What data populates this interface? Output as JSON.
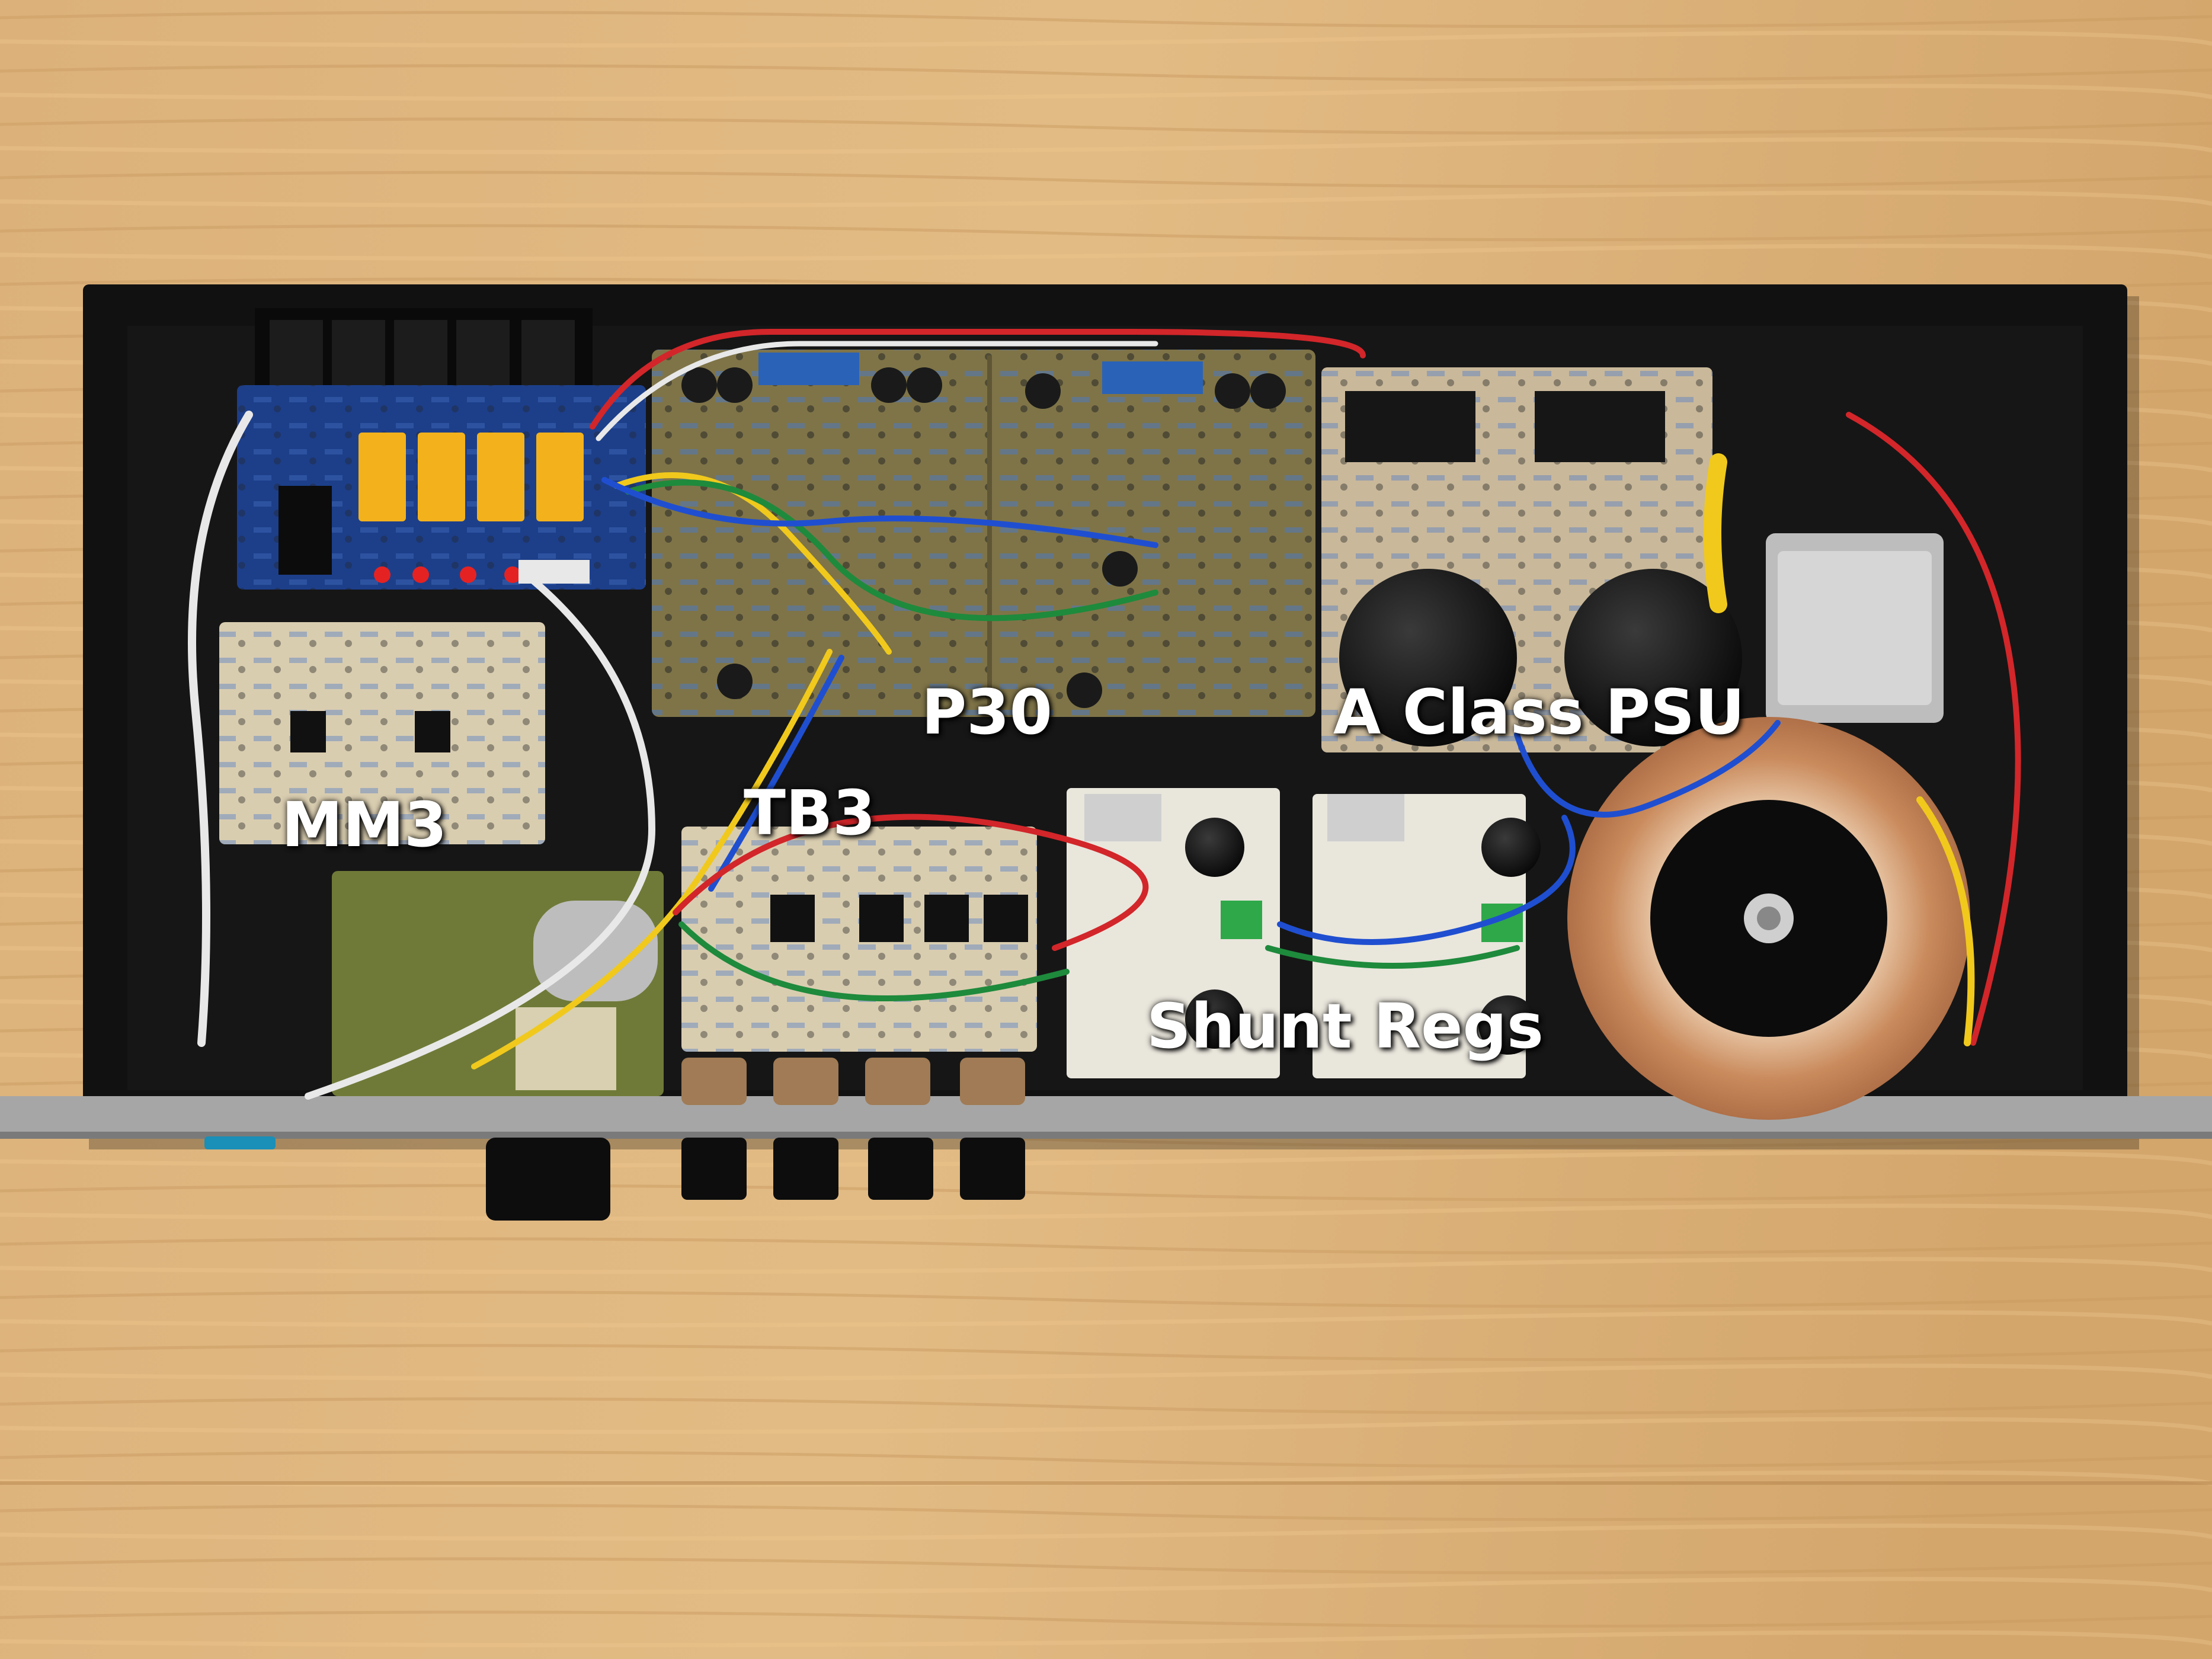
{
  "labels": {
    "mm3": "MM3",
    "tb3": "TB3",
    "p30": "P30",
    "psu": "A Class PSU",
    "shunt": "Shunt Regs"
  },
  "colors": {
    "wood": "#d9ad72",
    "wood_dark": "#b98a52",
    "chassis": "#111111",
    "front_panel": "#a6a6a6",
    "pcb_blue": "#1d3f8a",
    "pcb_tan": "#b8ab86",
    "pcb_olive": "#7f7448",
    "pcb_white": "#e9e6dc",
    "relay": "#f3b21b",
    "toroid_copper": "#c98a5c",
    "toroid_cap": "#0c0c0c",
    "wire_red": "#d2262a",
    "wire_green": "#1e8a3c",
    "wire_blue": "#1f4fd0",
    "wire_yellow": "#f0c91c",
    "wire_white": "#e8e8e8"
  }
}
